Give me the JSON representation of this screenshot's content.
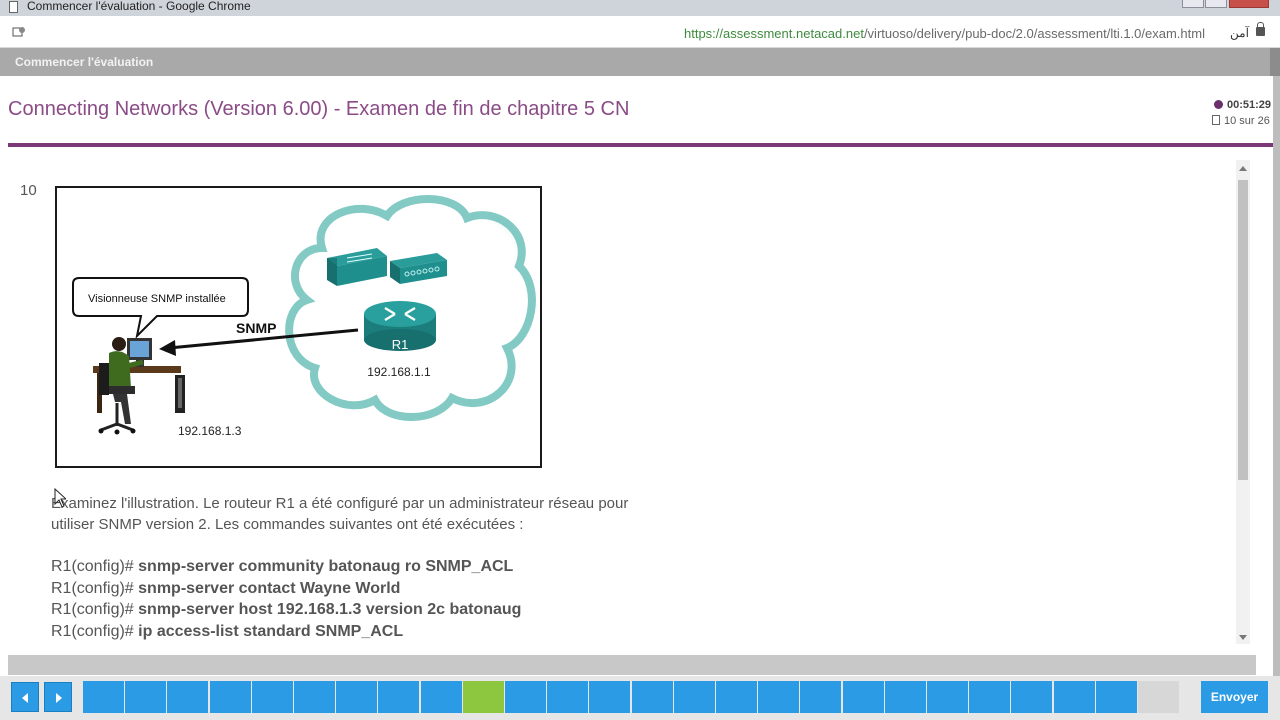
{
  "window": {
    "title": "Commencer l'évaluation - Google Chrome"
  },
  "address_bar": {
    "url_origin": "https://assessment.netacad.net",
    "url_path": "/virtuoso/delivery/pub-doc/2.0/assessment/lti.1.0/exam.html",
    "security_label": "آمن"
  },
  "tab_strip": {
    "label": "Commencer l'évaluation"
  },
  "header": {
    "title": "Connecting Networks (Version 6.00) - Examen de fin de chapitre 5 CN",
    "timer": "00:51:29",
    "progress": "10 sur 26"
  },
  "question": {
    "number": "10",
    "exhibit": {
      "callout": "Visionneuse SNMP installée",
      "arrow_label": "SNMP",
      "router_label": "R1",
      "router_ip": "192.168.1.1",
      "pc_ip": "192.168.1.3"
    },
    "text_line1": "Examinez l'illustration. Le routeur R1 a été configuré par un administrateur réseau pour",
    "text_line2": "utiliser SNMP version 2. Les commandes suivantes ont été exécutées :",
    "prompt": "R1(config)#",
    "commands": [
      "snmp-server community batonaug ro SNMP_ACL",
      "snmp-server contact Wayne World",
      "snmp-server host 192.168.1.3 version 2c batonaug",
      "ip access-list standard SNMP_ACL"
    ]
  },
  "footer": {
    "submit_label": "Envoyer",
    "question_count": 26,
    "answered_through": 26,
    "current_question": 10
  },
  "colors": {
    "accent": "#7b3a77",
    "title": "#8b4b86",
    "nav_blue": "#2a9be4",
    "current_green": "#8dc63f",
    "cloud_teal": "#4fb3ad"
  }
}
